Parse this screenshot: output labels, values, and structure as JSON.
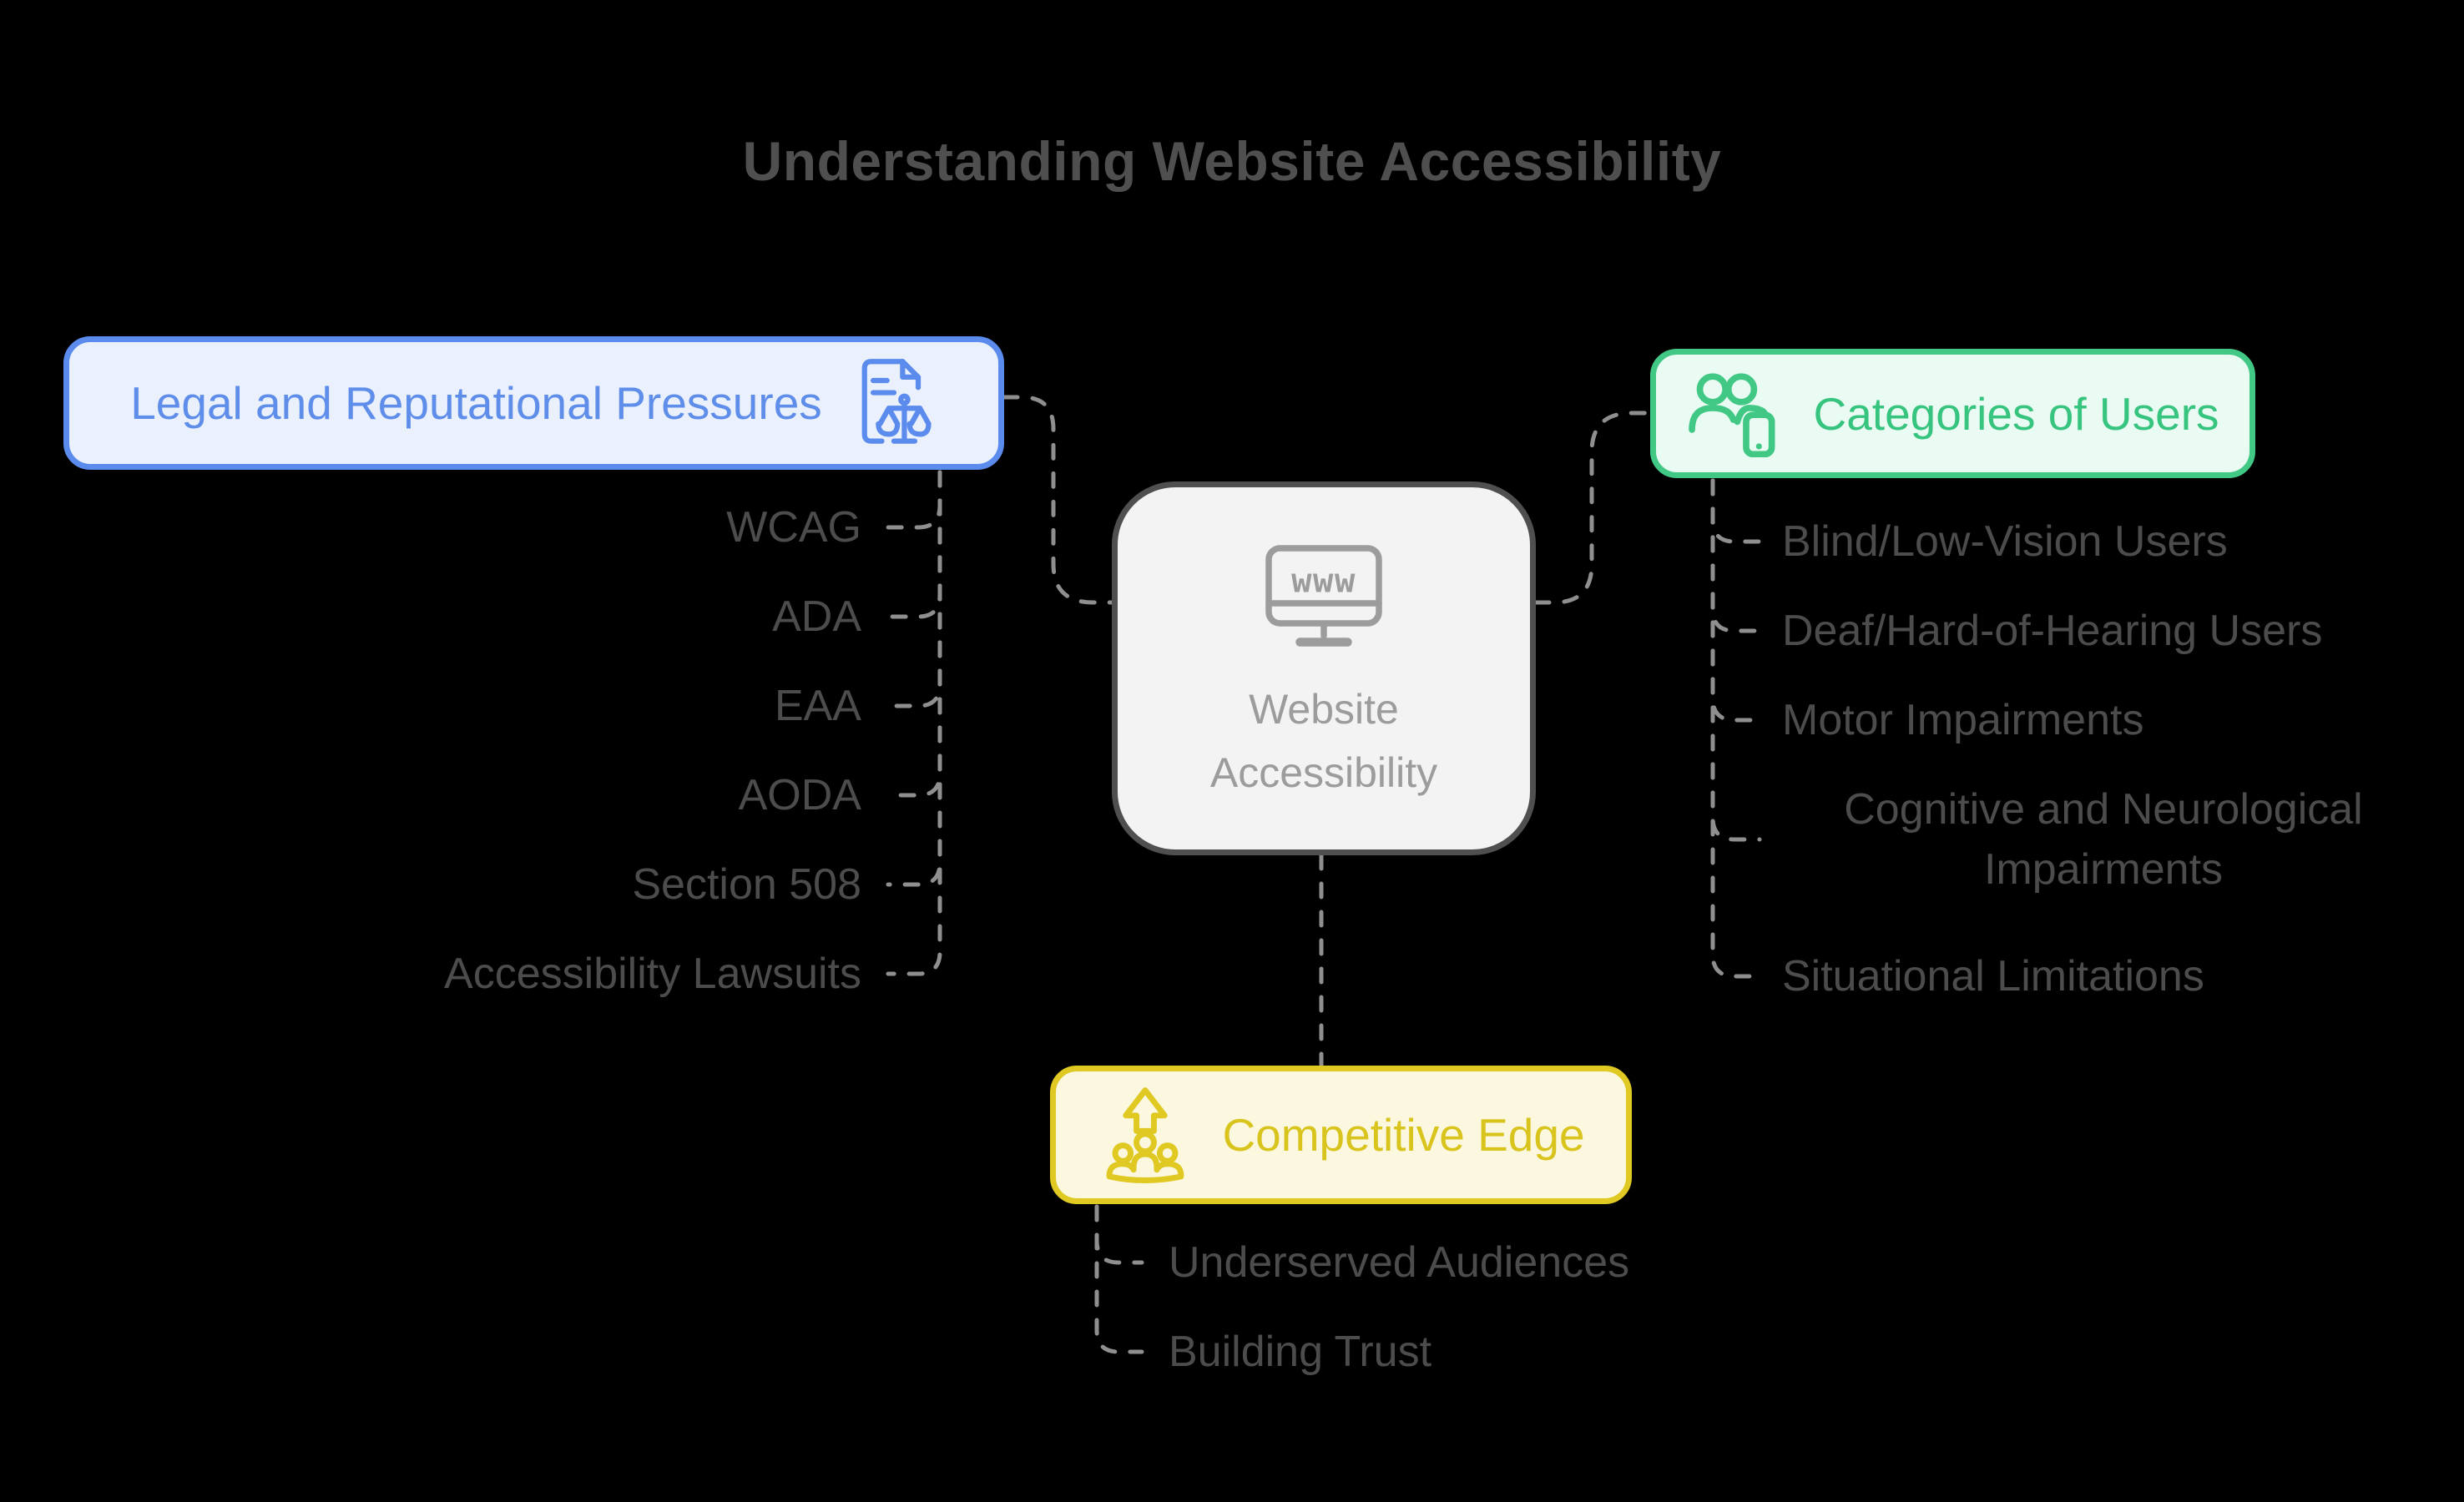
{
  "title": "Understanding Website Accessibility",
  "center_node": {
    "label": "Website Accessibility",
    "screen_text": "www",
    "icon": "www-monitor-icon"
  },
  "branch_legal": {
    "label": "Legal and Reputational Pressures",
    "icon": "legal-document-scales-icon",
    "items": [
      "WCAG",
      "ADA",
      "EAA",
      "AODA",
      "Section 508",
      "Accessibility Lawsuits"
    ]
  },
  "branch_users": {
    "label": "Categories of Users",
    "icon": "users-device-icon",
    "items": [
      "Blind/Low-Vision Users",
      "Deaf/Hard-of-Hearing Users",
      "Motor Impairments",
      "Cognitive and Neurological Impairments",
      "Situational Limitations"
    ]
  },
  "branch_competitive": {
    "label": "Competitive Edge",
    "icon": "growth-audience-icon",
    "items": [
      "Underserved Audiences",
      "Building Trust"
    ]
  },
  "colors": {
    "background": "#000000",
    "title_text": "#4f4f4f",
    "item_text": "#4c4c4c",
    "connector": "#8f8f8f",
    "legal_border": "#5b8bec",
    "legal_fill": "#eaf1fd",
    "legal_text": "#5f8eea",
    "users_border": "#41c884",
    "users_fill": "#e9fbf2",
    "users_text": "#37c47f",
    "competitive_border": "#e0c923",
    "competitive_fill": "#fcf8df",
    "competitive_text": "#d9c41e",
    "center_border": "#4f4f4f",
    "center_fill": "#f3f3f3",
    "center_text": "#9c9c9c"
  }
}
